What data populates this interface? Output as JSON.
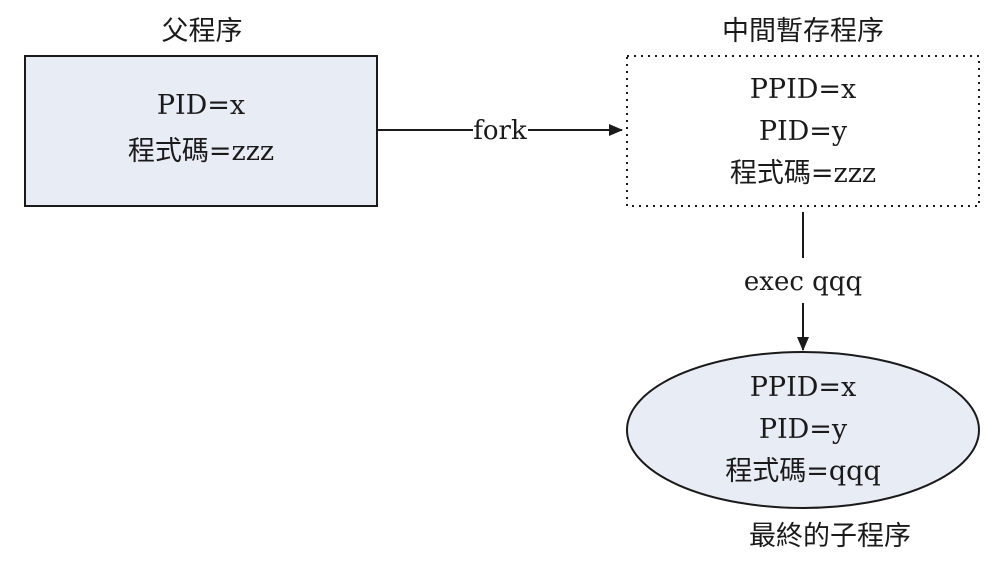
{
  "parent": {
    "title": "父程序",
    "lines": [
      "PID=x",
      "程式碼=zzz"
    ]
  },
  "intermediate": {
    "title": "中間暫存程序",
    "lines": [
      "PPID=x",
      "PID=y",
      "程式碼=zzz"
    ]
  },
  "final": {
    "title": "最終的子程序",
    "lines": [
      "PPID=x",
      "PID=y",
      "程式碼=qqq"
    ]
  },
  "edges": {
    "fork": "fork",
    "exec": "exec qqq"
  },
  "colors": {
    "node_fill": "#e8ecf5",
    "stroke": "#1a1a1a",
    "background": "#ffffff"
  }
}
